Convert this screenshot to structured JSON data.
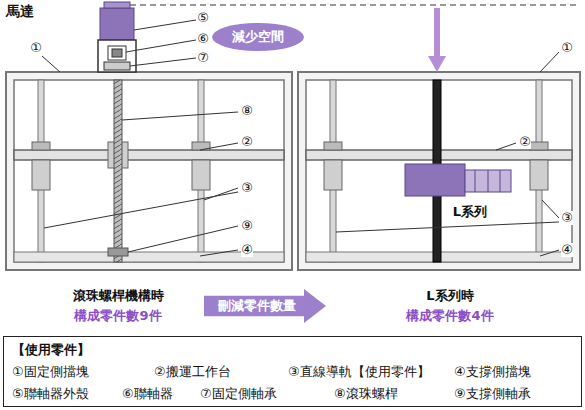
{
  "diagram": {
    "nodes": [
      {
        "text": [
          "減少空間"
        ]
      },
      {
        "text": [
          "刪減零件數量"
        ]
      },
      {
        "text": [
          "【使用零件】",
          "①固定側擋塊",
          "②搬運工作台",
          "③直線導軌【使用零件】",
          "④支撐側擋塊",
          "⑤聯軸器外殼",
          "⑥聯軸器",
          "⑦固定側軸承",
          "⑧滾珠螺桿",
          "⑨支撐側軸承"
        ]
      }
    ],
    "labels": [
      "馬達",
      "⑤",
      "⑥",
      "⑦",
      "①",
      "⑧",
      "②",
      "③",
      "⑨",
      "④",
      "①",
      "②",
      "L系列",
      "③",
      "④",
      "滾珠螺桿機構時",
      "構成零件數9件",
      "L系列時",
      "構成零件數4件"
    ]
  }
}
